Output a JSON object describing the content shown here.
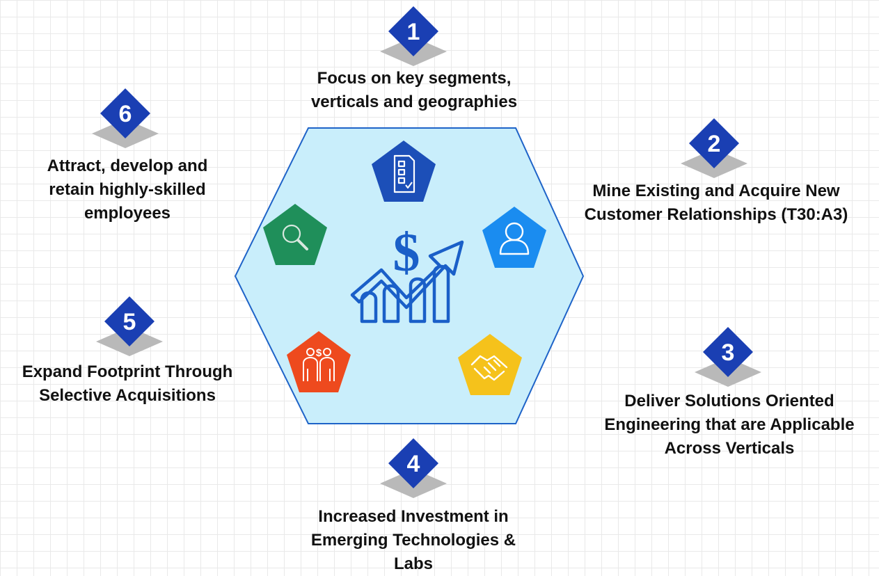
{
  "steps": [
    {
      "number": "1",
      "label": "Focus on key segments, verticals and geographies",
      "icon": "checklist-icon",
      "color": "#1c4fb8"
    },
    {
      "number": "2",
      "label": "Mine Existing and Acquire New Customer Relationships (T30:A3)",
      "icon": "user-icon",
      "color": "#1a8cf0"
    },
    {
      "number": "3",
      "label": "Deliver Solutions Oriented Engineering that are Applicable Across Verticals",
      "icon": "handshake-icon",
      "color": "#f5c21b"
    },
    {
      "number": "4",
      "label": "Increased Investment in Emerging Technologies & Labs",
      "icon": "investment-icon",
      "color": "#ee4a1e"
    },
    {
      "number": "5",
      "label": "Expand Footprint Through Selective Acquisitions",
      "icon": "search-icon",
      "color": "#1f8f5a"
    },
    {
      "number": "6",
      "label": "Attract, develop and retain highly-skilled employees",
      "icon": "search-icon",
      "color": "#1f8f5a"
    }
  ],
  "center": {
    "icon": "dollar-growth-chart-icon",
    "symbol": "$"
  },
  "colors": {
    "hexagon_fill": "#c9eefb",
    "hexagon_border": "#1e63c8",
    "diamond": "#1a3fb3",
    "shadow": "#b9b9b9"
  }
}
